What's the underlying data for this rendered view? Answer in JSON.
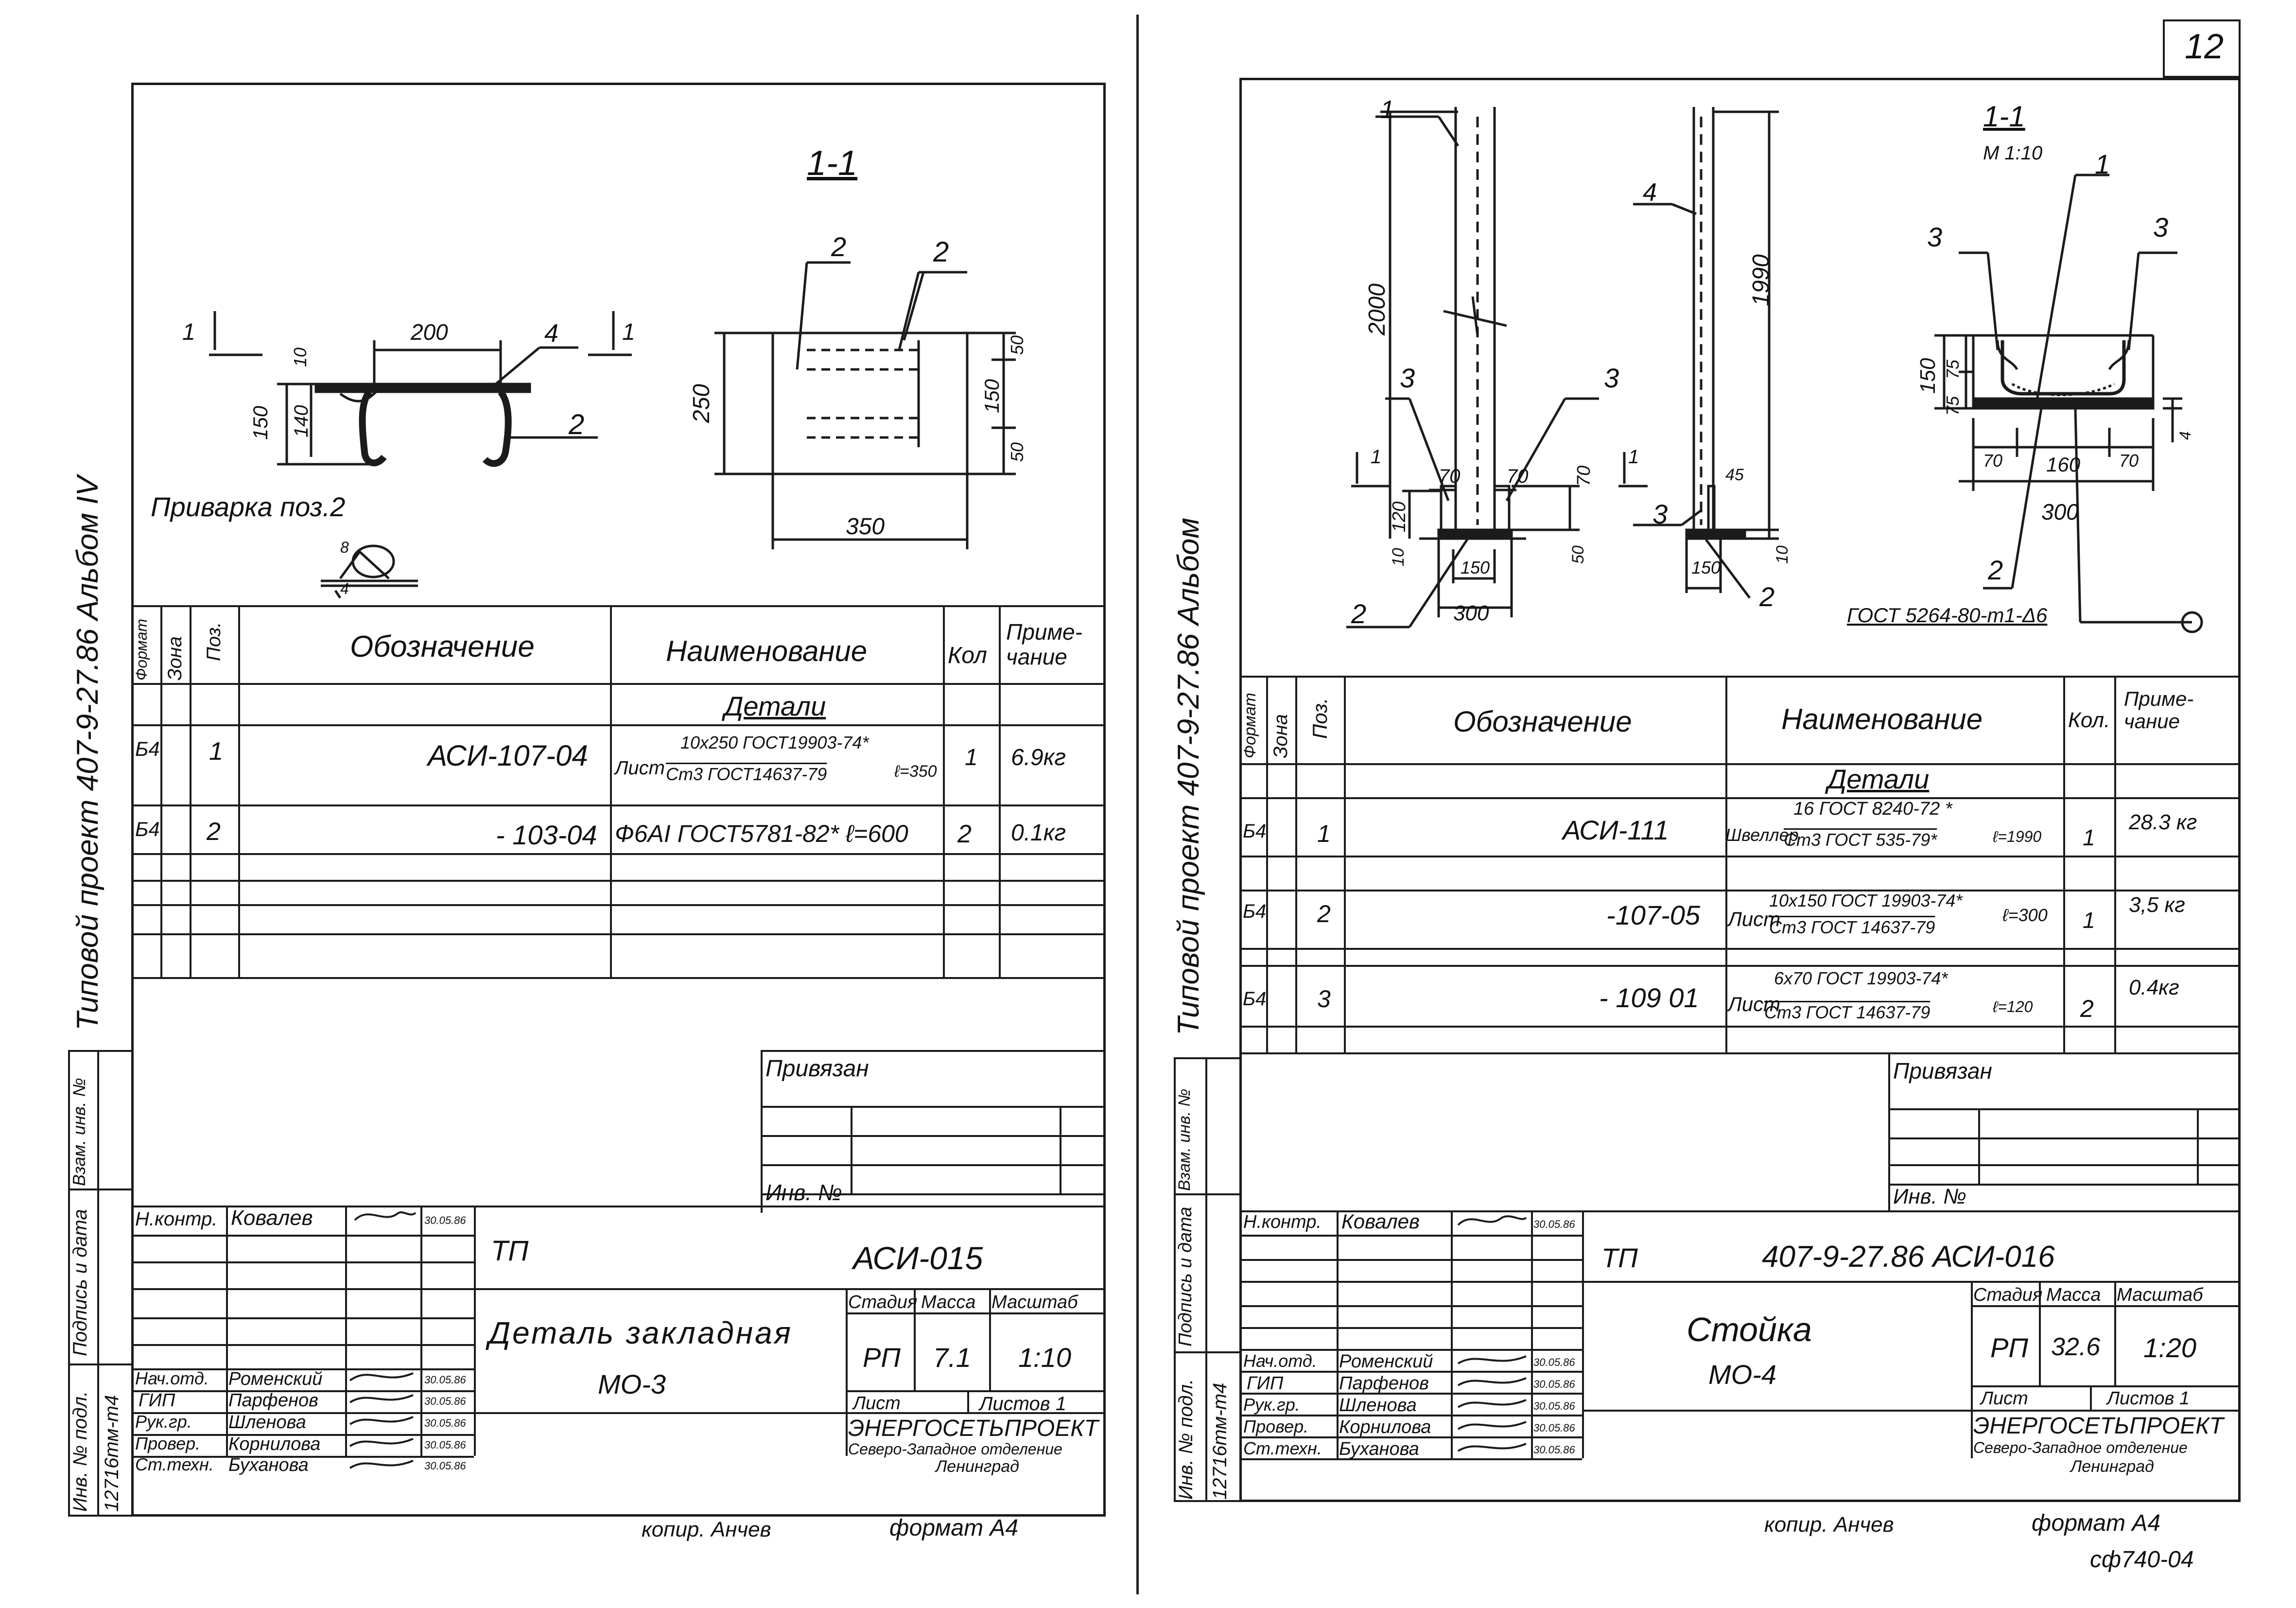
{
  "page_number": "12",
  "left": {
    "side_label": "Типовой проект 407-9-27.86 Альбом IV",
    "section_title": "1-1",
    "parts_labels": [
      "1",
      "2",
      "4",
      "1",
      "1",
      "2"
    ],
    "dims": [
      "200",
      "10",
      "150",
      "140",
      "250",
      "50",
      "150",
      "50",
      "350"
    ],
    "weld_label": "Приварка поз.2",
    "weld_dims": [
      "8",
      "4"
    ],
    "spec": {
      "headers": {
        "format": "Формат",
        "zone": "Зона",
        "pos": "Поз.",
        "designation": "Обозначение",
        "name": "Наименование",
        "qty": "Кол",
        "note": "Приме-чание"
      },
      "section": "Детали",
      "rows": [
        {
          "format": "Б4",
          "pos": "1",
          "designation": "АСИ-107-04",
          "name_top": "10x250 ГОСТ19903-74*",
          "name_prefix": "Лист",
          "name_bottom": "Ст3 ГОСТ14637-79",
          "name_len": "ℓ=350",
          "qty": "1",
          "note": "6.9кг"
        },
        {
          "format": "Б4",
          "pos": "2",
          "designation": "- 103-04",
          "name_top": "",
          "name_prefix": "",
          "name_bottom": "Ф6AI ГОСТ5781-82* ℓ=600",
          "name_len": "",
          "qty": "2",
          "note": "0.1кг"
        }
      ]
    },
    "privyazan": "Привязан",
    "inv_label": "Инв. №",
    "side_cols": [
      "Взам. инв. №",
      "Подпись и дата",
      "Инв. № подл.",
      "12716тм-т4"
    ],
    "stamp": {
      "tp": "ТП",
      "code": "АСИ-015",
      "title_line1": "Деталь закладная",
      "title_line2": "МО-3",
      "stage_h": "Стадия",
      "mass_h": "Масса",
      "scale_h": "Масштаб",
      "stage": "РП",
      "mass": "7.1",
      "scale": "1:10",
      "sheet_h": "Лист",
      "sheets_h": "Листов 1",
      "org1": "ЭНЕРГОСЕТЬПРОЕКТ",
      "org2": "Северо-Западное отделение",
      "org3": "Ленинград",
      "roles": [
        {
          "role": "Н.контр.",
          "name": "Ковалев",
          "date": "30.05.86"
        },
        {
          "role": "Нач.отд.",
          "name": "Роменский",
          "date": "30.05.86"
        },
        {
          "role": "ГИП",
          "name": "Парфенов",
          "date": "30.05.86"
        },
        {
          "role": "Рук.гр.",
          "name": "Шленова",
          "date": "30.05.86"
        },
        {
          "role": "Провер.",
          "name": "Корнилова",
          "date": "30.05.86"
        },
        {
          "role": "Ст.техн.",
          "name": "Буханова",
          "date": "30.05.86"
        }
      ]
    },
    "copy": "копир. Анчев",
    "format": "формат А4"
  },
  "right": {
    "side_label": "Типовой проект 407-9-27.86 Альбом",
    "section_title": "1-1",
    "section_scale": "М 1:10",
    "parts_labels": [
      "1",
      "3",
      "3",
      "2",
      "4",
      "3",
      "2",
      "3",
      "3",
      "1",
      "2"
    ],
    "dims": [
      "2000",
      "70",
      "70",
      "120",
      "70",
      "10",
      "50",
      "150",
      "300",
      "1990",
      "45",
      "150",
      "10",
      "150",
      "75",
      "75",
      "70",
      "160",
      "70",
      "300",
      "4"
    ],
    "weld_note": "ГОСТ 5264-80-т1-Δ6",
    "spec": {
      "headers": {
        "format": "Формат",
        "zone": "Зона",
        "pos": "Поз.",
        "designation": "Обозначение",
        "name": "Наименование",
        "qty": "Кол.",
        "note": "Приме-чание"
      },
      "section": "Детали",
      "rows": [
        {
          "format": "Б4",
          "pos": "1",
          "designation": "АСИ-111",
          "name_top": "16 ГОСТ 8240-72 *",
          "name_prefix": "Швеллер",
          "name_bottom": "Ст3 ГОСТ 535-79*",
          "name_len": "ℓ=1990",
          "qty": "1",
          "note": "28.3 кг"
        },
        {
          "format": "Б4",
          "pos": "2",
          "designation": "-107-05",
          "name_top": "10x150 ГОСТ 19903-74*",
          "name_prefix": "Лист",
          "name_bottom": "Ст3 ГОСТ 14637-79",
          "name_len": "ℓ=300",
          "qty": "1",
          "note": "3,5 кг"
        },
        {
          "format": "Б4",
          "pos": "3",
          "designation": "- 109 01",
          "name_top": "6x70 ГОСТ 19903-74*",
          "name_prefix": "Лист",
          "name_bottom": "Ст3 ГОСТ 14637-79",
          "name_len": "ℓ=120",
          "qty": "2",
          "note": "0.4кг"
        }
      ]
    },
    "privyazan": "Привязан",
    "inv_label": "Инв. №",
    "side_cols": [
      "Взам. инв. №",
      "Подпись и дата",
      "Инв. № подл.",
      "12716тм-т4"
    ],
    "stamp": {
      "tp": "ТП",
      "code": "407-9-27.86 АСИ-016",
      "title_line1": "Стойка",
      "title_line2": "МО-4",
      "stage_h": "Стадия",
      "mass_h": "Масса",
      "scale_h": "Масштаб",
      "stage": "РП",
      "mass": "32.6",
      "scale": "1:20",
      "sheet_h": "Лист",
      "sheets_h": "Листов 1",
      "org1": "ЭНЕРГОСЕТЬПРОЕКТ",
      "org2": "Северо-Западное отделение",
      "org3": "Ленинград",
      "roles": [
        {
          "role": "Н.контр.",
          "name": "Ковалев",
          "date": "30.05.86"
        },
        {
          "role": "Нач.отд.",
          "name": "Роменский",
          "date": "30.05.86"
        },
        {
          "role": "ГИП",
          "name": "Парфенов",
          "date": "30.05.86"
        },
        {
          "role": "Рук.гр.",
          "name": "Шленова",
          "date": "30.05.86"
        },
        {
          "role": "Провер.",
          "name": "Корнилова",
          "date": "30.05.86"
        },
        {
          "role": "Ст.техн.",
          "name": "Буханова",
          "date": "30.05.86"
        }
      ]
    },
    "copy": "копир. Анчев",
    "format": "формат А4",
    "sheet_code": "сф740-04"
  }
}
